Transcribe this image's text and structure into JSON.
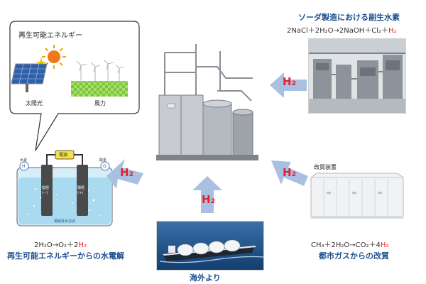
{
  "renewable": {
    "title": "再生可能エネルギー",
    "solar_label": "太陽光",
    "wind_label": "風力"
  },
  "electrolysis": {
    "caption": "再生可能エネルギーからの水電解",
    "equation": {
      "lhs": "2H₂O→O₂＋2",
      "h2": "H₂"
    },
    "cell_labels": {
      "power": "電源",
      "minus_electrode": "陰極(−)",
      "plus_electrode": "陽極(+)",
      "hydrogen": "水素",
      "oxygen": "酸素",
      "solution": "電解質水溶液"
    }
  },
  "soda": {
    "title": "ソーダ製造における副生水素",
    "equation": {
      "lhs": "2NaCl＋2H₂O→2NaOH＋Cl₂＋",
      "h2": "H₂"
    }
  },
  "reformer": {
    "label": "改質装置",
    "caption": "都市ガスからの改質",
    "equation": {
      "lhs": "CH₄＋2H₂O→CO₂＋4",
      "h2": "H₂"
    }
  },
  "overseas": {
    "caption": "海外より"
  },
  "arrows": {
    "left": "H₂",
    "top_right": "H₂",
    "right": "H₂",
    "bottom": "H₂"
  },
  "colors": {
    "arrow_fill": "#a9c0e3",
    "caption_blue": "#1c4f8c",
    "h2_red": "#e0262b"
  }
}
